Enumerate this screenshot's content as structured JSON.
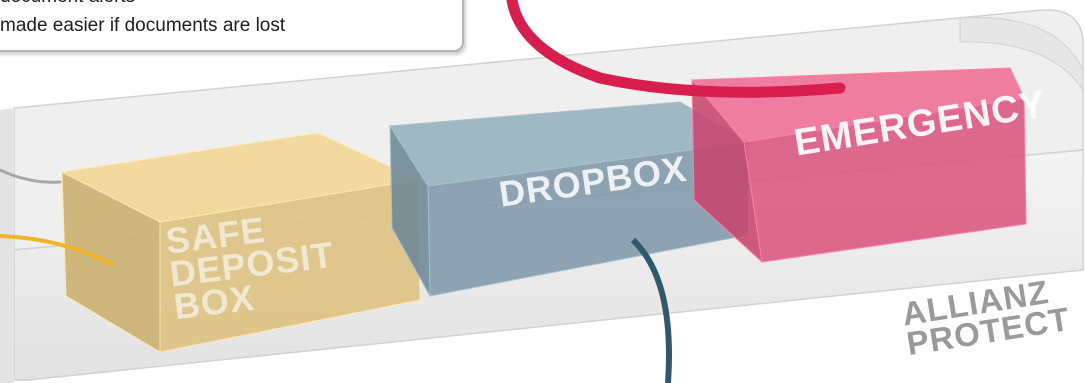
{
  "callout": {
    "line1": "document alerts",
    "line2": "made easier if documents are lost"
  },
  "boxes": {
    "emergency": "EMERGENCY",
    "dropbox": "DROPBOX",
    "safe_deposit_box": [
      "SAFE",
      "DEPOSIT",
      "BOX"
    ]
  },
  "container_label": [
    "ALLIANZ",
    "PROTECT"
  ],
  "colors": {
    "emergency": "#d9577f",
    "dropbox": "#7f99a8",
    "safe_deposit_box": "#dcc07f",
    "container": "#ededed",
    "connector_red": "#d81e4f",
    "connector_teal": "#2f5a6e",
    "connector_gold": "#f0b32a",
    "connector_grey": "#a8a8a8"
  }
}
